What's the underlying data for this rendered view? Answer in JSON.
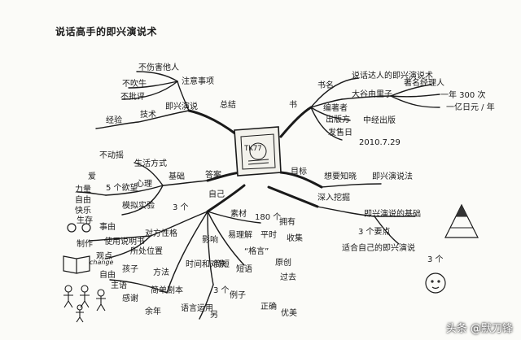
{
  "title": "说话高手的即兴演说术",
  "center": {
    "label": "TK77"
  },
  "labels": {
    "n1": "不伤害他人",
    "n2": "注意事项",
    "n3": "不吹牛",
    "n4": "不批评",
    "n5": "经验",
    "n6": "技术",
    "n7": "即兴演说",
    "n8": "总结",
    "n9": "书",
    "n10": "书名",
    "n11": "说话达人的即兴演说术",
    "n12": "编著者",
    "n13": "大谷由里子",
    "n14": "著名经理人",
    "n15": "出版方",
    "n16": "中经出版",
    "n17": "发售日",
    "n18": "2010.7.29",
    "n19": "一年 300 次",
    "n20": "一亿日元 / 年",
    "n21": "不动摇",
    "n22": "生活方式",
    "n23": "心理",
    "n24": "基础",
    "n25": "答案",
    "n26": "目标",
    "n27": "想要知晓",
    "n28": "即兴演说法",
    "n29": "爱",
    "n30": "5 个欲望",
    "n31": "力量",
    "n32": "自由",
    "n33": "快乐",
    "n34": "生存",
    "n35": "模拟实验",
    "n36": "3 个",
    "n37": "自己",
    "n38": "素材",
    "n39": "180 个",
    "n40": "拥有",
    "n41": "深入挖掘",
    "n42": "即兴演说的基础",
    "n43": "3 个要点",
    "n44": "适合自己的即兴演说",
    "n45": "事由",
    "n46": "制作",
    "n47": "使用说明书",
    "n48": "对方性格",
    "n49": "观点",
    "n50": "所处位置",
    "n51": "平时",
    "n52": "收集",
    "n53": "易理解",
    "n54": "“格言”",
    "n55": "原创",
    "n56": "影响",
    "n57": "简短",
    "n58": "短语",
    "n59": "过去",
    "n60": "自由",
    "n61": "孩子",
    "n62": "主语",
    "n63": "方法",
    "n64": "感谢",
    "n65": "简单",
    "n66": "剧本",
    "n67": "时间和对象",
    "n68": "余年",
    "n69": "3 个",
    "n70": "例子",
    "n71": "正确",
    "n72": "优美",
    "n73": "语言运用",
    "n74": "另",
    "n75": "3 个"
  },
  "icons": {
    "change": "change"
  },
  "watermark": "头条 @默刀锋"
}
